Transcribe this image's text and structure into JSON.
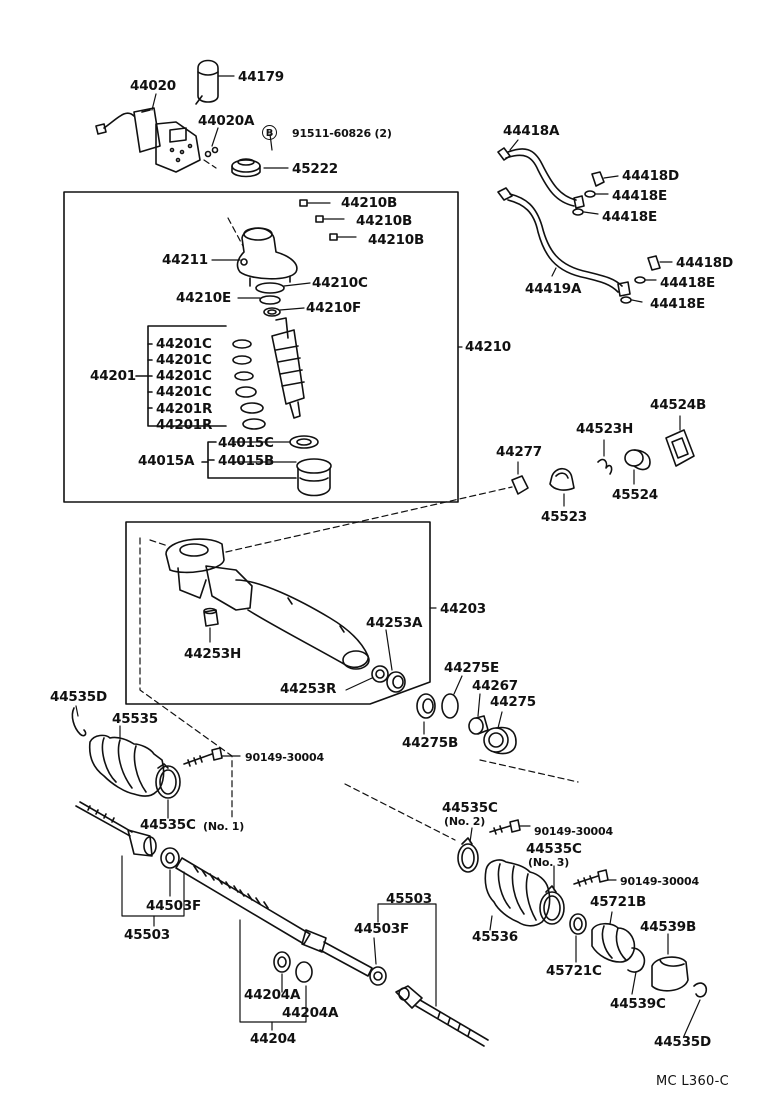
{
  "diagram": {
    "code": "MC L360-C",
    "bolt_symbol": "B",
    "labels": [
      "44179",
      "44020",
      "44020A",
      "91511-60826 (2)",
      "45222",
      "44210B",
      "44210B",
      "44210B",
      "44211",
      "44210C",
      "44210E",
      "44210F",
      "44210",
      "44201",
      "44201C",
      "44201C",
      "44201C",
      "44201C",
      "44201R",
      "44201R",
      "44015A",
      "44015C",
      "44015B",
      "44418A",
      "44418D",
      "44418E",
      "44418E",
      "44419A",
      "44418D",
      "44418E",
      "44418E",
      "44524B",
      "44523H",
      "44277",
      "45524",
      "45523",
      "44203",
      "44253A",
      "44253H",
      "44253R",
      "44275E",
      "44267",
      "44275",
      "44275B",
      "44535D",
      "45535",
      "90149-30004",
      "44535C",
      "(No. 1)",
      "44503F",
      "45503",
      "44535C",
      "(No. 2)",
      "90149-30004",
      "44535C",
      "(No. 3)",
      "90149-30004",
      "45503",
      "44503F",
      "45536",
      "45721B",
      "44539B",
      "45721C",
      "44539C",
      "44204A",
      "44204A",
      "44204",
      "44535D"
    ]
  }
}
